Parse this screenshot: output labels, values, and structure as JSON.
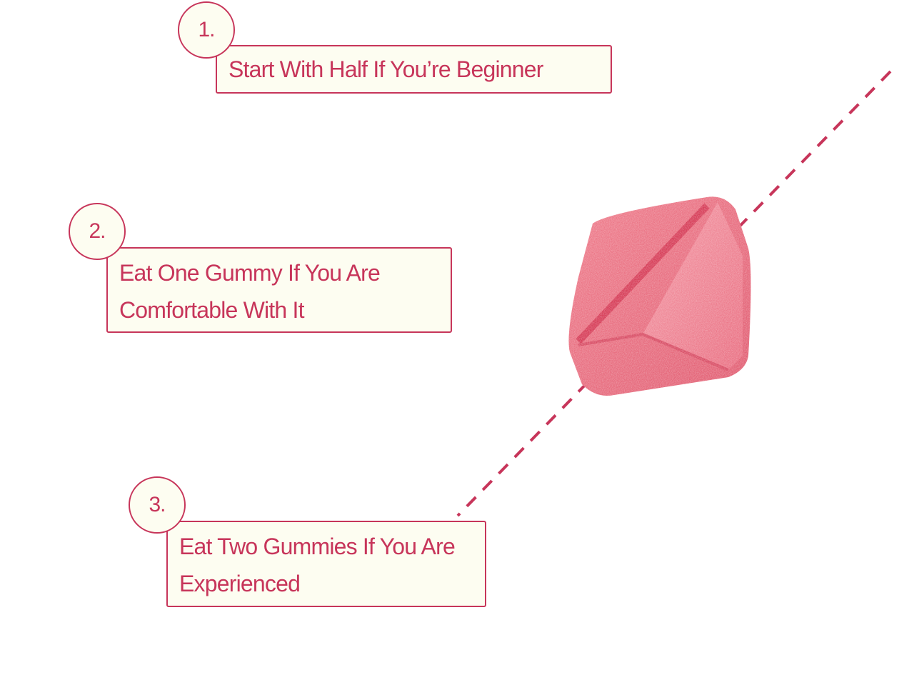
{
  "accent_color": "#c7355a",
  "steps": [
    {
      "number": "1.",
      "text": "Start With Half If You’re Beginner"
    },
    {
      "number": "2.",
      "text": "Eat One Gummy If You Are Comfortable With It"
    },
    {
      "number": "3.",
      "text": "Eat Two Gummies If You Are Experienced"
    }
  ]
}
